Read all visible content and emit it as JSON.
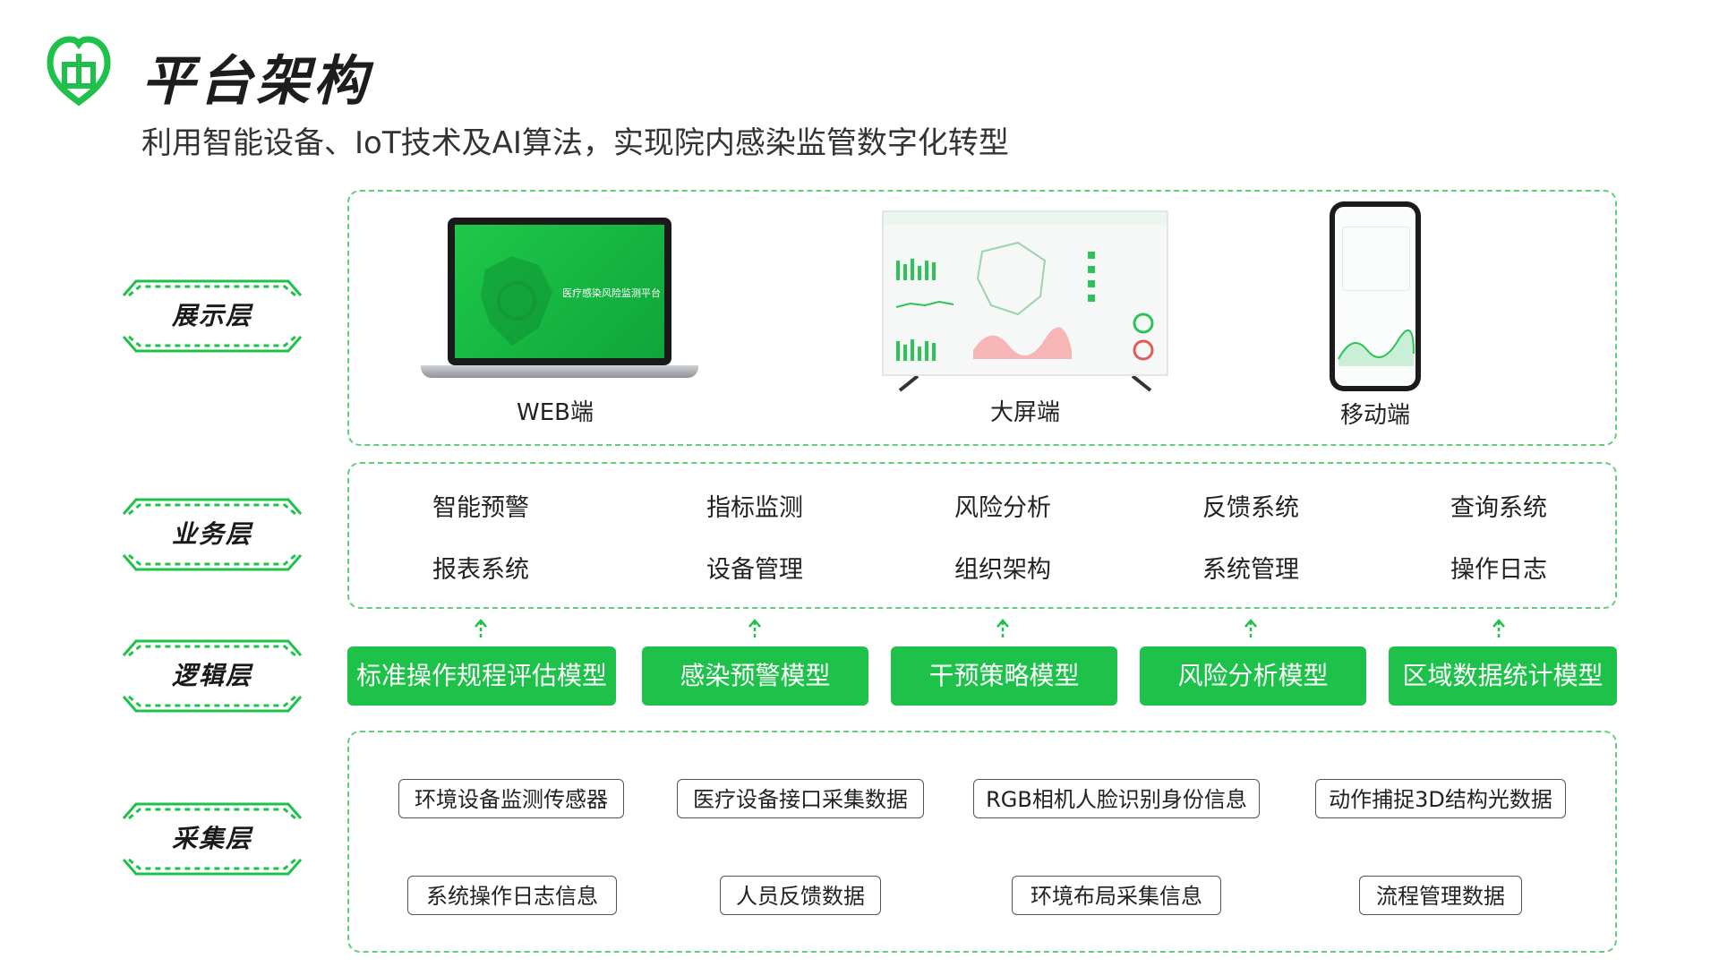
{
  "header": {
    "title": "平台架构",
    "subtitle": "利用智能设备、IoT技术及AI算法，实现院内感染监管数字化转型"
  },
  "layers": {
    "display": "展示层",
    "business": "业务层",
    "logic": "逻辑层",
    "collection": "采集层"
  },
  "devices": {
    "web": "WEB端",
    "screen": "大屏端",
    "mobile": "移动端",
    "web_screen_title": "医疗感染风险监测平台"
  },
  "business_items": [
    "智能预警",
    "指标监测",
    "风险分析",
    "反馈系统",
    "查询系统",
    "报表系统",
    "设备管理",
    "组织架构",
    "系统管理",
    "操作日志"
  ],
  "logic_models": [
    "标准操作规程评估模型",
    "感染预警模型",
    "干预策略模型",
    "风险分析模型",
    "区域数据统计模型"
  ],
  "collection_items": [
    "环境设备监测传感器",
    "医疗设备接口采集数据",
    "RGB相机人脸识别身份信息",
    "动作捕捉3D结构光数据",
    "系统操作日志信息",
    "人员反馈数据",
    "环境布局采集信息",
    "流程管理数据"
  ],
  "colors": {
    "accent": "#1ec24a",
    "dash": "#5fcf7a"
  }
}
